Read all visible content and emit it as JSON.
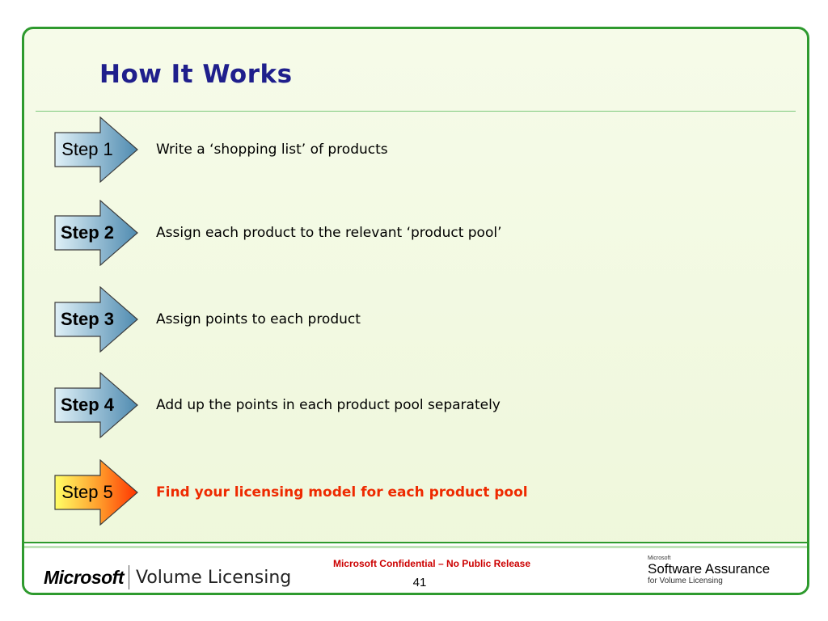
{
  "slide": {
    "title": "How It Works",
    "steps": [
      {
        "label": "Step 1",
        "text": "Write a ‘shopping list’ of products"
      },
      {
        "label": "Step 2",
        "text": "Assign each product to the relevant ‘product pool’"
      },
      {
        "label": "Step 3",
        "text": "Assign points to each product"
      },
      {
        "label": "Step 4",
        "text": "Add up the points in each product pool separately"
      },
      {
        "label": "Step 5",
        "text": "Find your licensing model for each product pool"
      }
    ]
  },
  "colors": {
    "title": "#1f1f8c",
    "highlight_text": "#ee2a00",
    "frame_border": "#2e9a2e",
    "arrow_blue_light": "#dff0f7",
    "arrow_blue_dark": "#4f8bb0",
    "arrow_orange_light": "#ffff66",
    "arrow_orange_dark": "#ff3300"
  },
  "footer": {
    "brand": "Microsoft",
    "product": "Volume Licensing",
    "confidential": "Microsoft Confidential – No Public Release",
    "page_number": "41",
    "sa_microsoft": "Microsoft",
    "sa_title": "Software Assurance",
    "sa_subtitle": "for Volume Licensing"
  }
}
